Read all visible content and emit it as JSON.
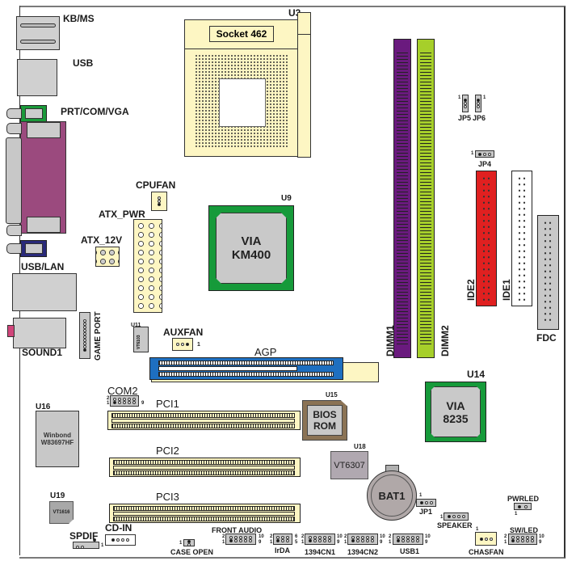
{
  "title": "Motherboard Layout",
  "colors": {
    "board_border": "#333333",
    "chip_green": "#169a3a",
    "chip_gray": "#c9c9c9",
    "connector_cream": "#fdf6c3",
    "dimm1": "#6a1a7e",
    "dimm2": "#a6cf2a",
    "ide2": "#e02020",
    "agp_blue": "#1e6fc0",
    "vga_magenta": "#9b4a7e",
    "prt_green": "#1a9a3a",
    "lan_navy": "#2a2a7a",
    "bios_brown": "#8b7355"
  },
  "back_panel": {
    "kb_ms": "KB/MS",
    "usb": "USB",
    "prt_com_vga": "PRT/COM/VGA",
    "usb_lan": "USB/LAN",
    "sound": "SOUND1",
    "game_port": "GAME PORT"
  },
  "cpu": {
    "ref": "U3",
    "name": "Socket 462"
  },
  "northbridge": {
    "ref": "U9",
    "line1": "VIA",
    "line2": "KM400"
  },
  "southbridge": {
    "ref": "U14",
    "line1": "VIA",
    "line2": "8235"
  },
  "power": {
    "atx_pwr": "ATX_PWR",
    "atx_12v": "ATX_12V"
  },
  "fans": {
    "cpufan": "CPUFAN",
    "auxfan": "AUXFAN",
    "chasfan": "CHASFAN",
    "pin1": "1"
  },
  "memory": {
    "dimm1": "DIMM1",
    "dimm2": "DIMM2"
  },
  "jumpers": {
    "jp5": "JP5",
    "jp6": "JP6",
    "jp4": "JP4",
    "jp1": "JP1",
    "pin1": "1"
  },
  "storage": {
    "ide1": "IDE1",
    "ide2": "IDE2",
    "fdc": "FDC"
  },
  "slots": {
    "agp": "AGP",
    "pci1": "PCI1",
    "pci2": "PCI2",
    "pci3": "PCI3"
  },
  "chips": {
    "u11": {
      "ref": "U11",
      "name": "VT6103"
    },
    "u15": {
      "ref": "U15",
      "line1": "BIOS",
      "line2": "ROM"
    },
    "u16": {
      "ref": "U16",
      "line1": "Winbond",
      "line2": "W83697HF"
    },
    "u18": {
      "ref": "U18",
      "name": "VT6307"
    },
    "u19": {
      "ref": "U19",
      "name": "VT1616"
    }
  },
  "battery": {
    "name": "BAT1"
  },
  "headers": {
    "com2": {
      "name": "COM2",
      "p1": "1",
      "p2": "2",
      "p9": "9"
    },
    "spdif": {
      "name": "SPDIF",
      "p1": "1"
    },
    "cd_in": {
      "name": "CD-IN"
    },
    "case_open": {
      "name": "CASE OPEN",
      "p1": "1"
    },
    "front_audio": {
      "name": "FRONT AUDIO",
      "p1": "1",
      "p2": "2",
      "p9": "9",
      "p10": "10"
    },
    "irda": {
      "name": "IrDA",
      "p1": "1",
      "p2": "2",
      "p5": "5",
      "p6": "6"
    },
    "cn1394_1": {
      "name": "1394CN1",
      "p1": "1",
      "p2": "2",
      "p9": "9",
      "p10": "10"
    },
    "cn1394_2": {
      "name": "1394CN2",
      "p1": "1",
      "p2": "2",
      "p9": "9",
      "p10": "10"
    },
    "usb1": {
      "name": "USB1",
      "p1": "1",
      "p2": "2",
      "p9": "9",
      "p10": "10"
    },
    "speaker": {
      "name": "SPEAKER",
      "p1": "1"
    },
    "pwrled": {
      "name": "PWRLED",
      "p1": "1"
    },
    "swled": {
      "name": "SW/LED",
      "p1": "1",
      "p2": "2",
      "p9": "9",
      "p10": "10"
    }
  }
}
